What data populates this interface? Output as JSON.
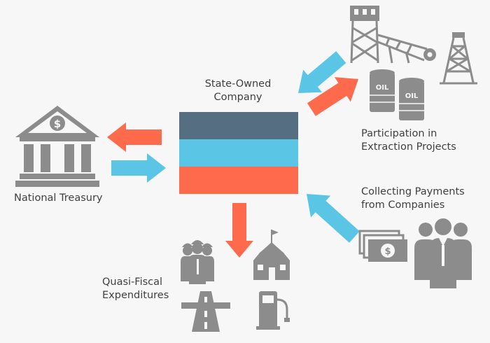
{
  "labels": {
    "soc": "State-Owned\nCompany",
    "treasury": "National Treasury",
    "participation": "Participation in\nExtraction Projects",
    "collecting": "Collecting Payments\nfrom Companies",
    "quasi": "Quasi-Fiscal\nExpenditures"
  },
  "icons": {
    "bank": "bank-icon",
    "bank_symbol": "$",
    "oil_barrel_text": "OIL",
    "cash_symbol": "$",
    "mine": "mine-conveyor-icon",
    "derrick": "oil-derrick-icon",
    "barrels": "oil-barrels-icon",
    "money": "money-bills-icon",
    "businesspeople": "businesspeople-icon",
    "workers": "workers-icon",
    "school": "school-icon",
    "road": "road-icon",
    "fuel": "fuel-pump-icon"
  },
  "colors": {
    "band_top": "#566e82",
    "band_middle": "#5bc5e6",
    "band_bottom": "#fd6b4c",
    "arrow_blue": "#5bc5e6",
    "arrow_orange": "#fd6b4c",
    "icon_gray": "#8c8c8c",
    "text": "#3f3f3f"
  }
}
